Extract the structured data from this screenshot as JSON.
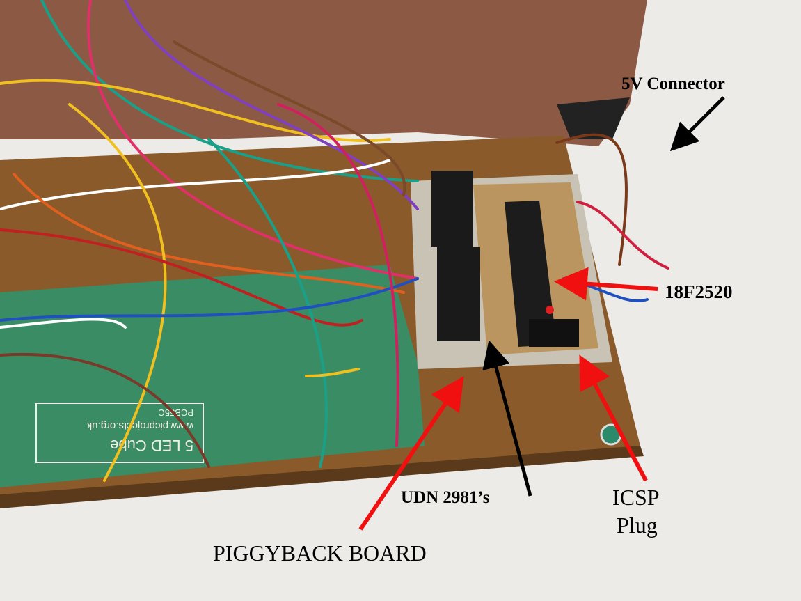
{
  "annotations": {
    "connector": "5V Connector",
    "mcu": "18F2520",
    "drivers": "UDN 2981’s",
    "icsp_line1": "ICSP",
    "icsp_line2": "Plug",
    "piggyback": "PIGGYBACK BOARD"
  },
  "pcb_silkscreen": {
    "title": "5 LED Cube",
    "url": "www.picprojects.org.uk",
    "part": "PCB55C"
  },
  "colors": {
    "arrow_red": "#f01010",
    "arrow_black": "#000000",
    "pcb_brown": "#8a5a2a",
    "pcb_green": "#1f9e7a",
    "carpet": "#ecebe7"
  }
}
